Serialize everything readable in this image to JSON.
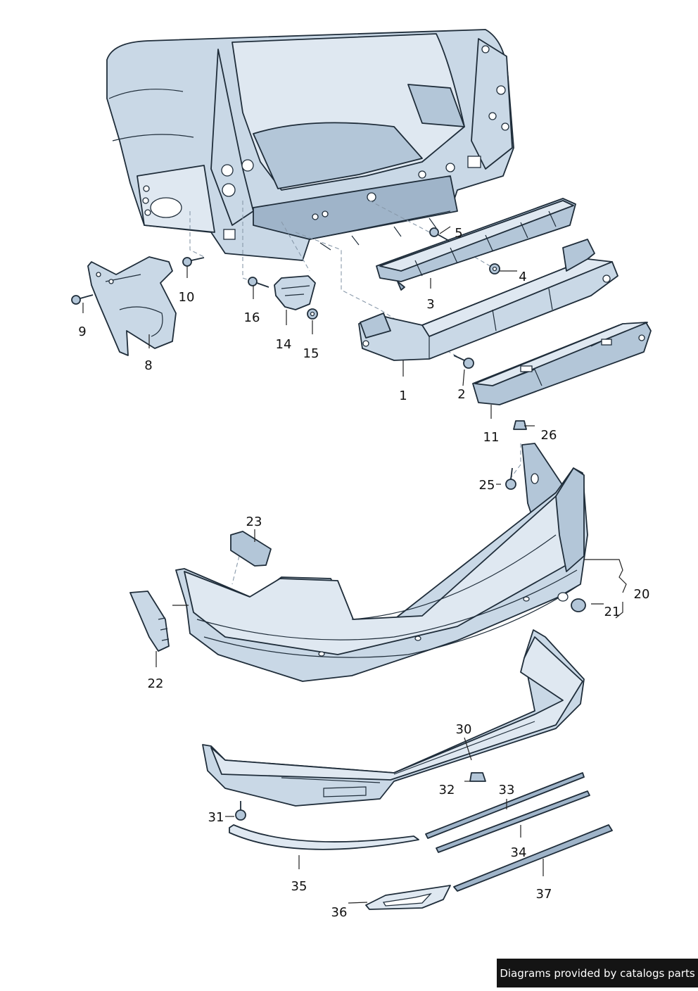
{
  "credit": "Diagrams provided by catalogs parts",
  "callouts": {
    "p1": "1",
    "p2": "2",
    "p3": "3",
    "p4": "4",
    "p5": "5",
    "p8": "8",
    "p9": "9",
    "p10": "10",
    "p11": "11",
    "p14": "14",
    "p15": "15",
    "p16": "16",
    "p20": "20",
    "p21": "21",
    "p22": "22",
    "p23": "23",
    "p25": "25",
    "p26": "26",
    "p30": "30",
    "p31": "31",
    "p32": "32",
    "p33": "33",
    "p34": "34",
    "p35": "35",
    "p36": "36",
    "p37": "37"
  }
}
